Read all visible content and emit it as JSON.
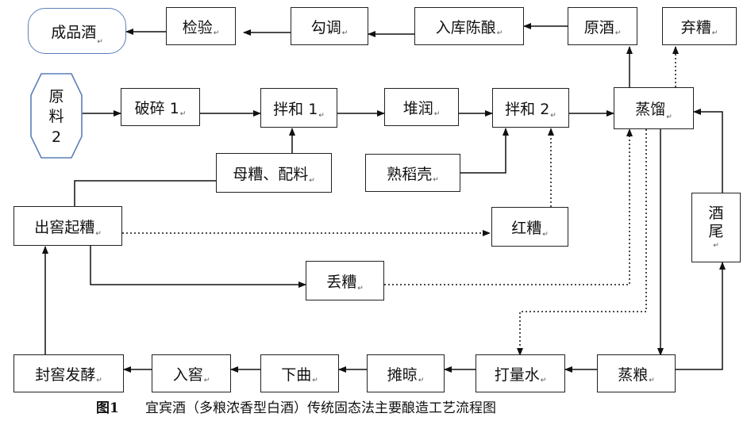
{
  "nodes": {
    "finished_liquor": "成品酒",
    "inspection": "检验",
    "blending": "勾调",
    "storage_aging": "入库陈酿",
    "raw_liquor": "原酒",
    "discarded_grains": "弃糟",
    "raw_material": [
      "原",
      "料",
      "2"
    ],
    "crushing": "破碎 1",
    "mixing1": "拌和 1",
    "piling": "堆润",
    "mixing2": "拌和 2",
    "distillation": "蒸馏",
    "mother_grains": "母糟、配料",
    "cooked_husk": "熟稻壳",
    "cellar_out": "出窖起糟",
    "red_grains": "红糟",
    "tails": [
      "酒",
      "尾"
    ],
    "lost_grains": "丢糟",
    "sealing_ferment": "封窖发酵",
    "cellar_in": "入窖",
    "adding_qu": "下曲",
    "spreading_cool": "摊晾",
    "adding_water": "打量水",
    "steaming": "蒸粮"
  },
  "caption": {
    "label": "图1",
    "title": "宜宾酒（多粮浓香型白酒）传统固态法主要酿造工艺流程图"
  }
}
